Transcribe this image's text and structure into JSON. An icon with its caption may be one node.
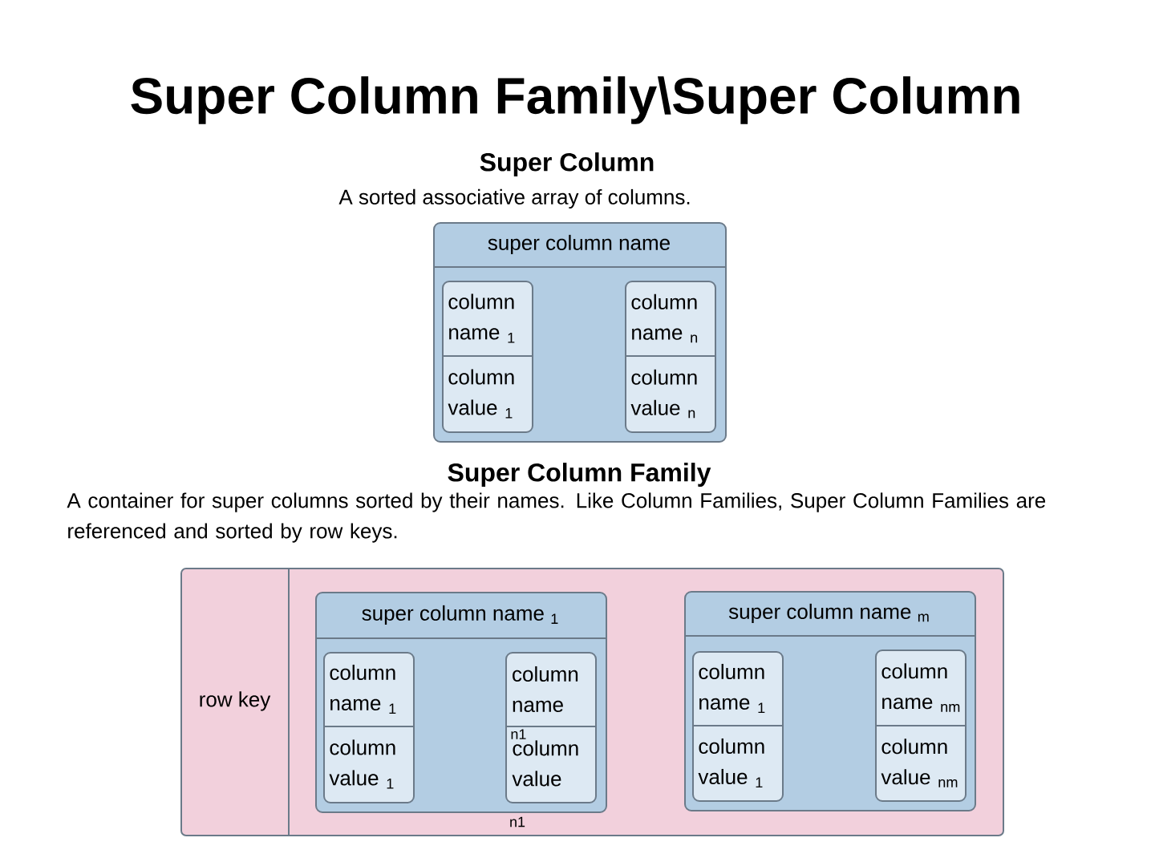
{
  "diagram": {
    "title": "Super Column Family\\Super Column",
    "nodes": [
      {
        "text": [
          "super column name"
        ]
      },
      {
        "text": [
          "column name $_{1}$",
          "column value $_{1}$"
        ],
        "in": 0
      },
      {
        "text": [
          "column name $_{n}$",
          "column value $_{n}$"
        ],
        "in": 0
      },
      {
        "text": [
          "row key"
        ]
      },
      {
        "text": [
          "super column name $_{1}$"
        ],
        "in": 3
      },
      {
        "text": [
          "column name $_{1}$",
          "column value $_{1}$"
        ],
        "in": 4
      },
      {
        "text": [
          "column name",
          "n1",
          "column value"
        ],
        "in": 4,
        "beside": [
          "n1"
        ]
      },
      {
        "text": [
          "super column name $_{m}$"
        ],
        "in": 3
      },
      {
        "text": [
          "column name $_{1}$",
          "column value $_{1}$"
        ],
        "in": 7
      },
      {
        "text": [
          "column name $_{nm}$",
          "column value $_{nm}$"
        ],
        "in": 7
      }
    ],
    "labels": [
      "Super Column",
      "A sorted associative array of columns.",
      "Super Column Family",
      "A container for super columns sorted by their names. Like Column Families, Super Column Families are referenced and sorted by row keys."
    ]
  }
}
